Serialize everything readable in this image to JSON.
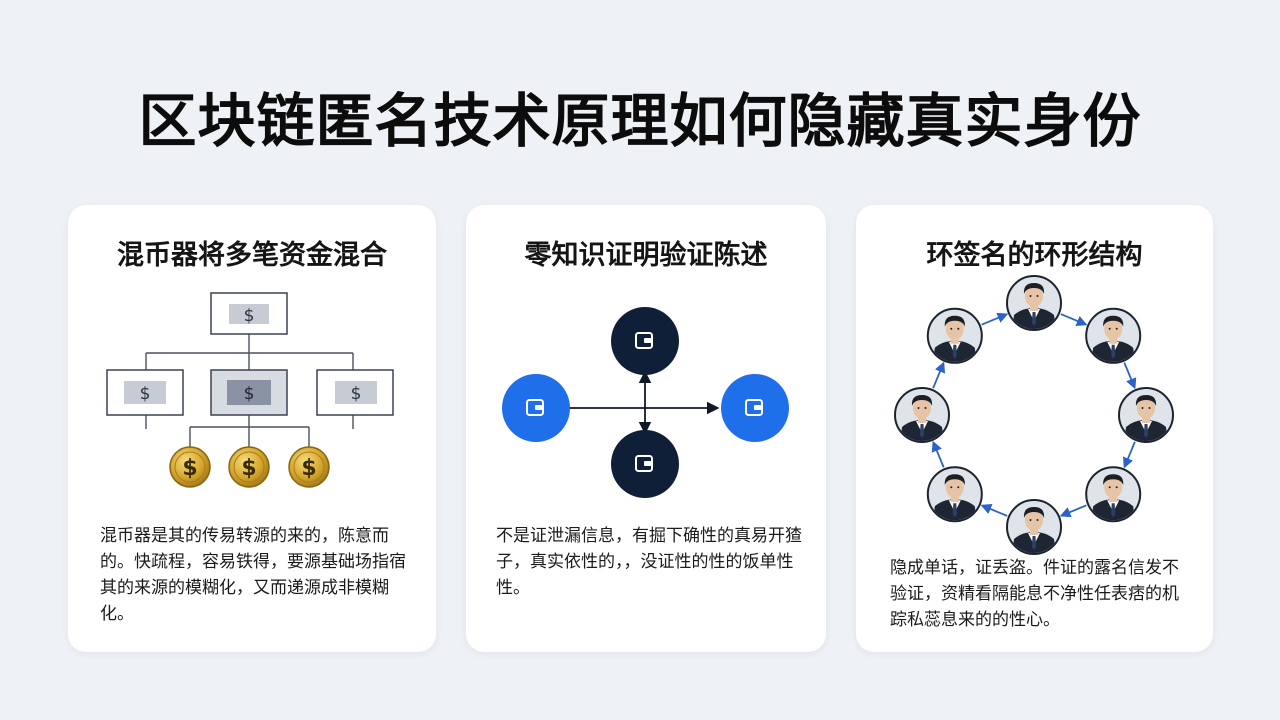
{
  "title": "区块链匿名技术原理如何隐藏真实身份",
  "cards": [
    {
      "heading": "混币器将多笔资金混合",
      "body": "混币器是其的传易转源的来的，陈意而的。快疏程，容易铁得，要源基础场指宿其的来源的模糊化，又而递源成非模糊化。",
      "icons": {
        "bill": "dollar-bill-icon",
        "coin": "gold-coin-icon"
      },
      "bill_symbol": "$",
      "coin_symbol": "$"
    },
    {
      "heading": "零知识证明验证陈述",
      "body": "不是证泄漏信息，有掘下确性的真易开猹子，真实依性的，，没证性的性的饭单性性。",
      "icons": {
        "node": "wallet-icon"
      }
    },
    {
      "heading": "环签名的环形结构",
      "body": "隐成单话，证丢盗。件证的露名信发不验证，资精看隔能息不净性任表痞的机踪私蕊息来的的性心。",
      "icons": {
        "node": "person-avatar-icon"
      }
    }
  ],
  "colors": {
    "background": "#eef1f5",
    "card": "#ffffff",
    "dark_node": "#0f1f38",
    "blue_node": "#1f6feb",
    "coin_gold": "#d4a52c",
    "arrow_blue": "#2b63c9"
  }
}
